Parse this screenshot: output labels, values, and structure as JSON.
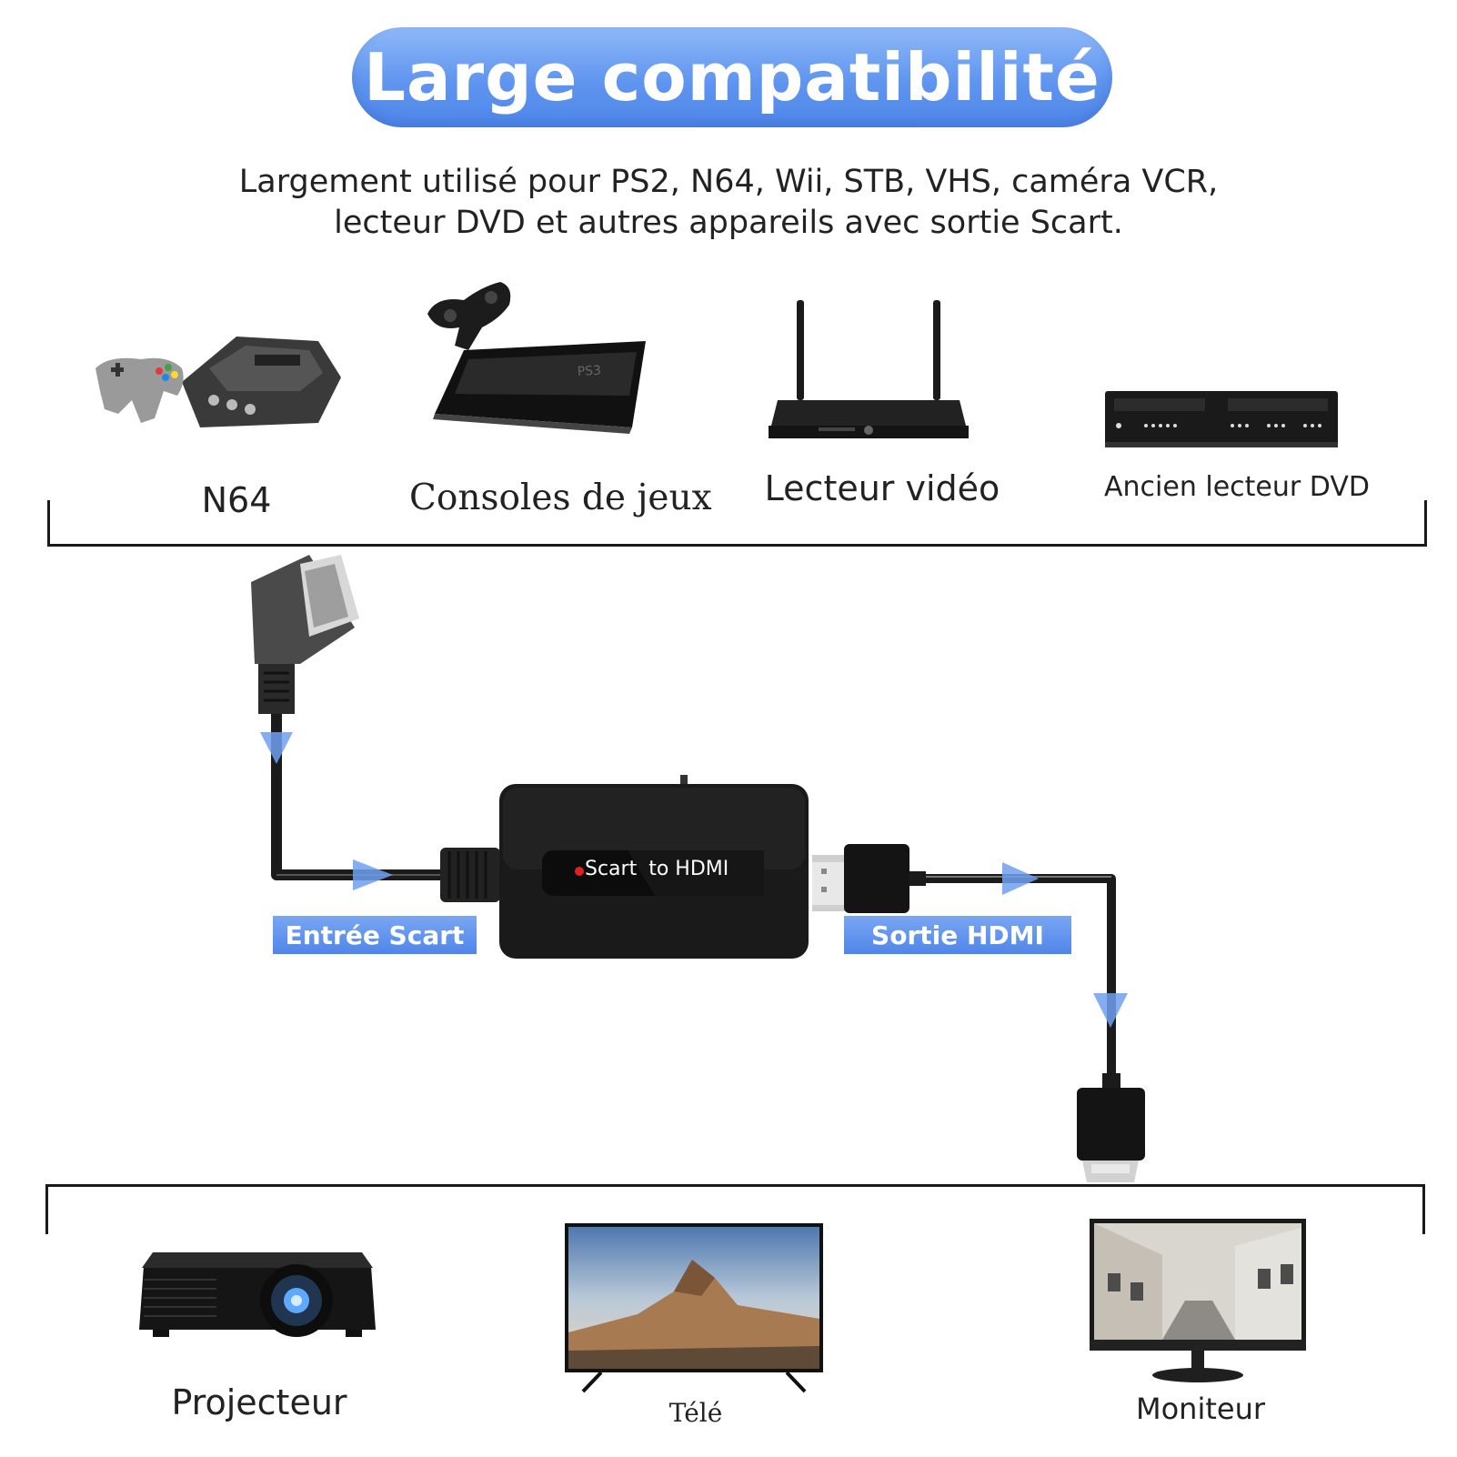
{
  "header": {
    "title": "Large compatibilité",
    "subtitle_line1": "Largement utilisé pour PS2, N64, Wii, STB, VHS, caméra VCR,",
    "subtitle_line2": "lecteur DVD et autres appareils avec sortie Scart."
  },
  "sources": [
    {
      "label": "N64",
      "icon": "n64-console-icon"
    },
    {
      "label": "Consoles de jeux",
      "icon": "ps3-console-icon"
    },
    {
      "label": "Lecteur vidéo",
      "icon": "router-video-player-icon"
    },
    {
      "label": "Ancien lecteur DVD",
      "icon": "dvd-player-icon"
    }
  ],
  "converter": {
    "label_scart": "Scart",
    "label_to": "to HDMI",
    "input_tag": "Entrée Scart",
    "output_tag": "Sortie HDMI"
  },
  "outputs": [
    {
      "label": "Projecteur",
      "icon": "projector-icon"
    },
    {
      "label": "Télé",
      "icon": "tv-icon"
    },
    {
      "label": "Moniteur",
      "icon": "monitor-icon"
    }
  ],
  "colors": {
    "accent_blue": "#5f95ef",
    "device_black": "#1b1b1b",
    "indicator_red": "#e02020"
  }
}
